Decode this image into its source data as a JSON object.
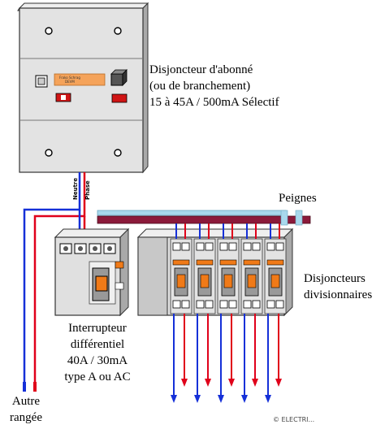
{
  "labels": {
    "main_breaker": [
      "Disjoncteur d'abonné",
      "(ou de branchement)",
      "15 à 45A / 500mA Sélectif"
    ],
    "combs": "Peignes",
    "breakers": [
      "Disjoncteurs",
      "divisionnaires"
    ],
    "rcd": [
      "Interrupteur",
      "différentiel",
      "40A / 30mA",
      "type A ou AC"
    ],
    "other_row": [
      "Autre",
      "rangée"
    ],
    "wire_neutral": "Neutre",
    "wire_phase": "Phase",
    "watermark": "© ELECTRI..."
  },
  "colors": {
    "phase": "#e0001a",
    "neutral": "#1530d8",
    "comb": "#8b1a3a",
    "comb_light": "#a8d8ec",
    "case": "#dcdcdc",
    "orange": "#f07a18"
  },
  "breaker_count": 5
}
